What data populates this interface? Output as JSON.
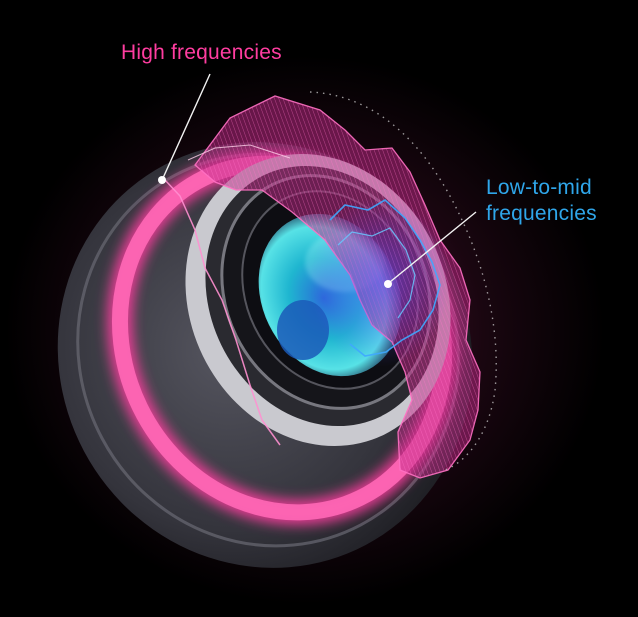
{
  "labels": {
    "high": "High frequencies",
    "low_line1": "Low-to-mid",
    "low_line2": "frequencies"
  },
  "colors": {
    "background": "#000000",
    "high_accent": "#ff3da0",
    "low_accent": "#2fa6ea",
    "leader_line": "#f2f2f2",
    "lens_body": "#3a3a42",
    "glass_core": "#27c4d6"
  }
}
